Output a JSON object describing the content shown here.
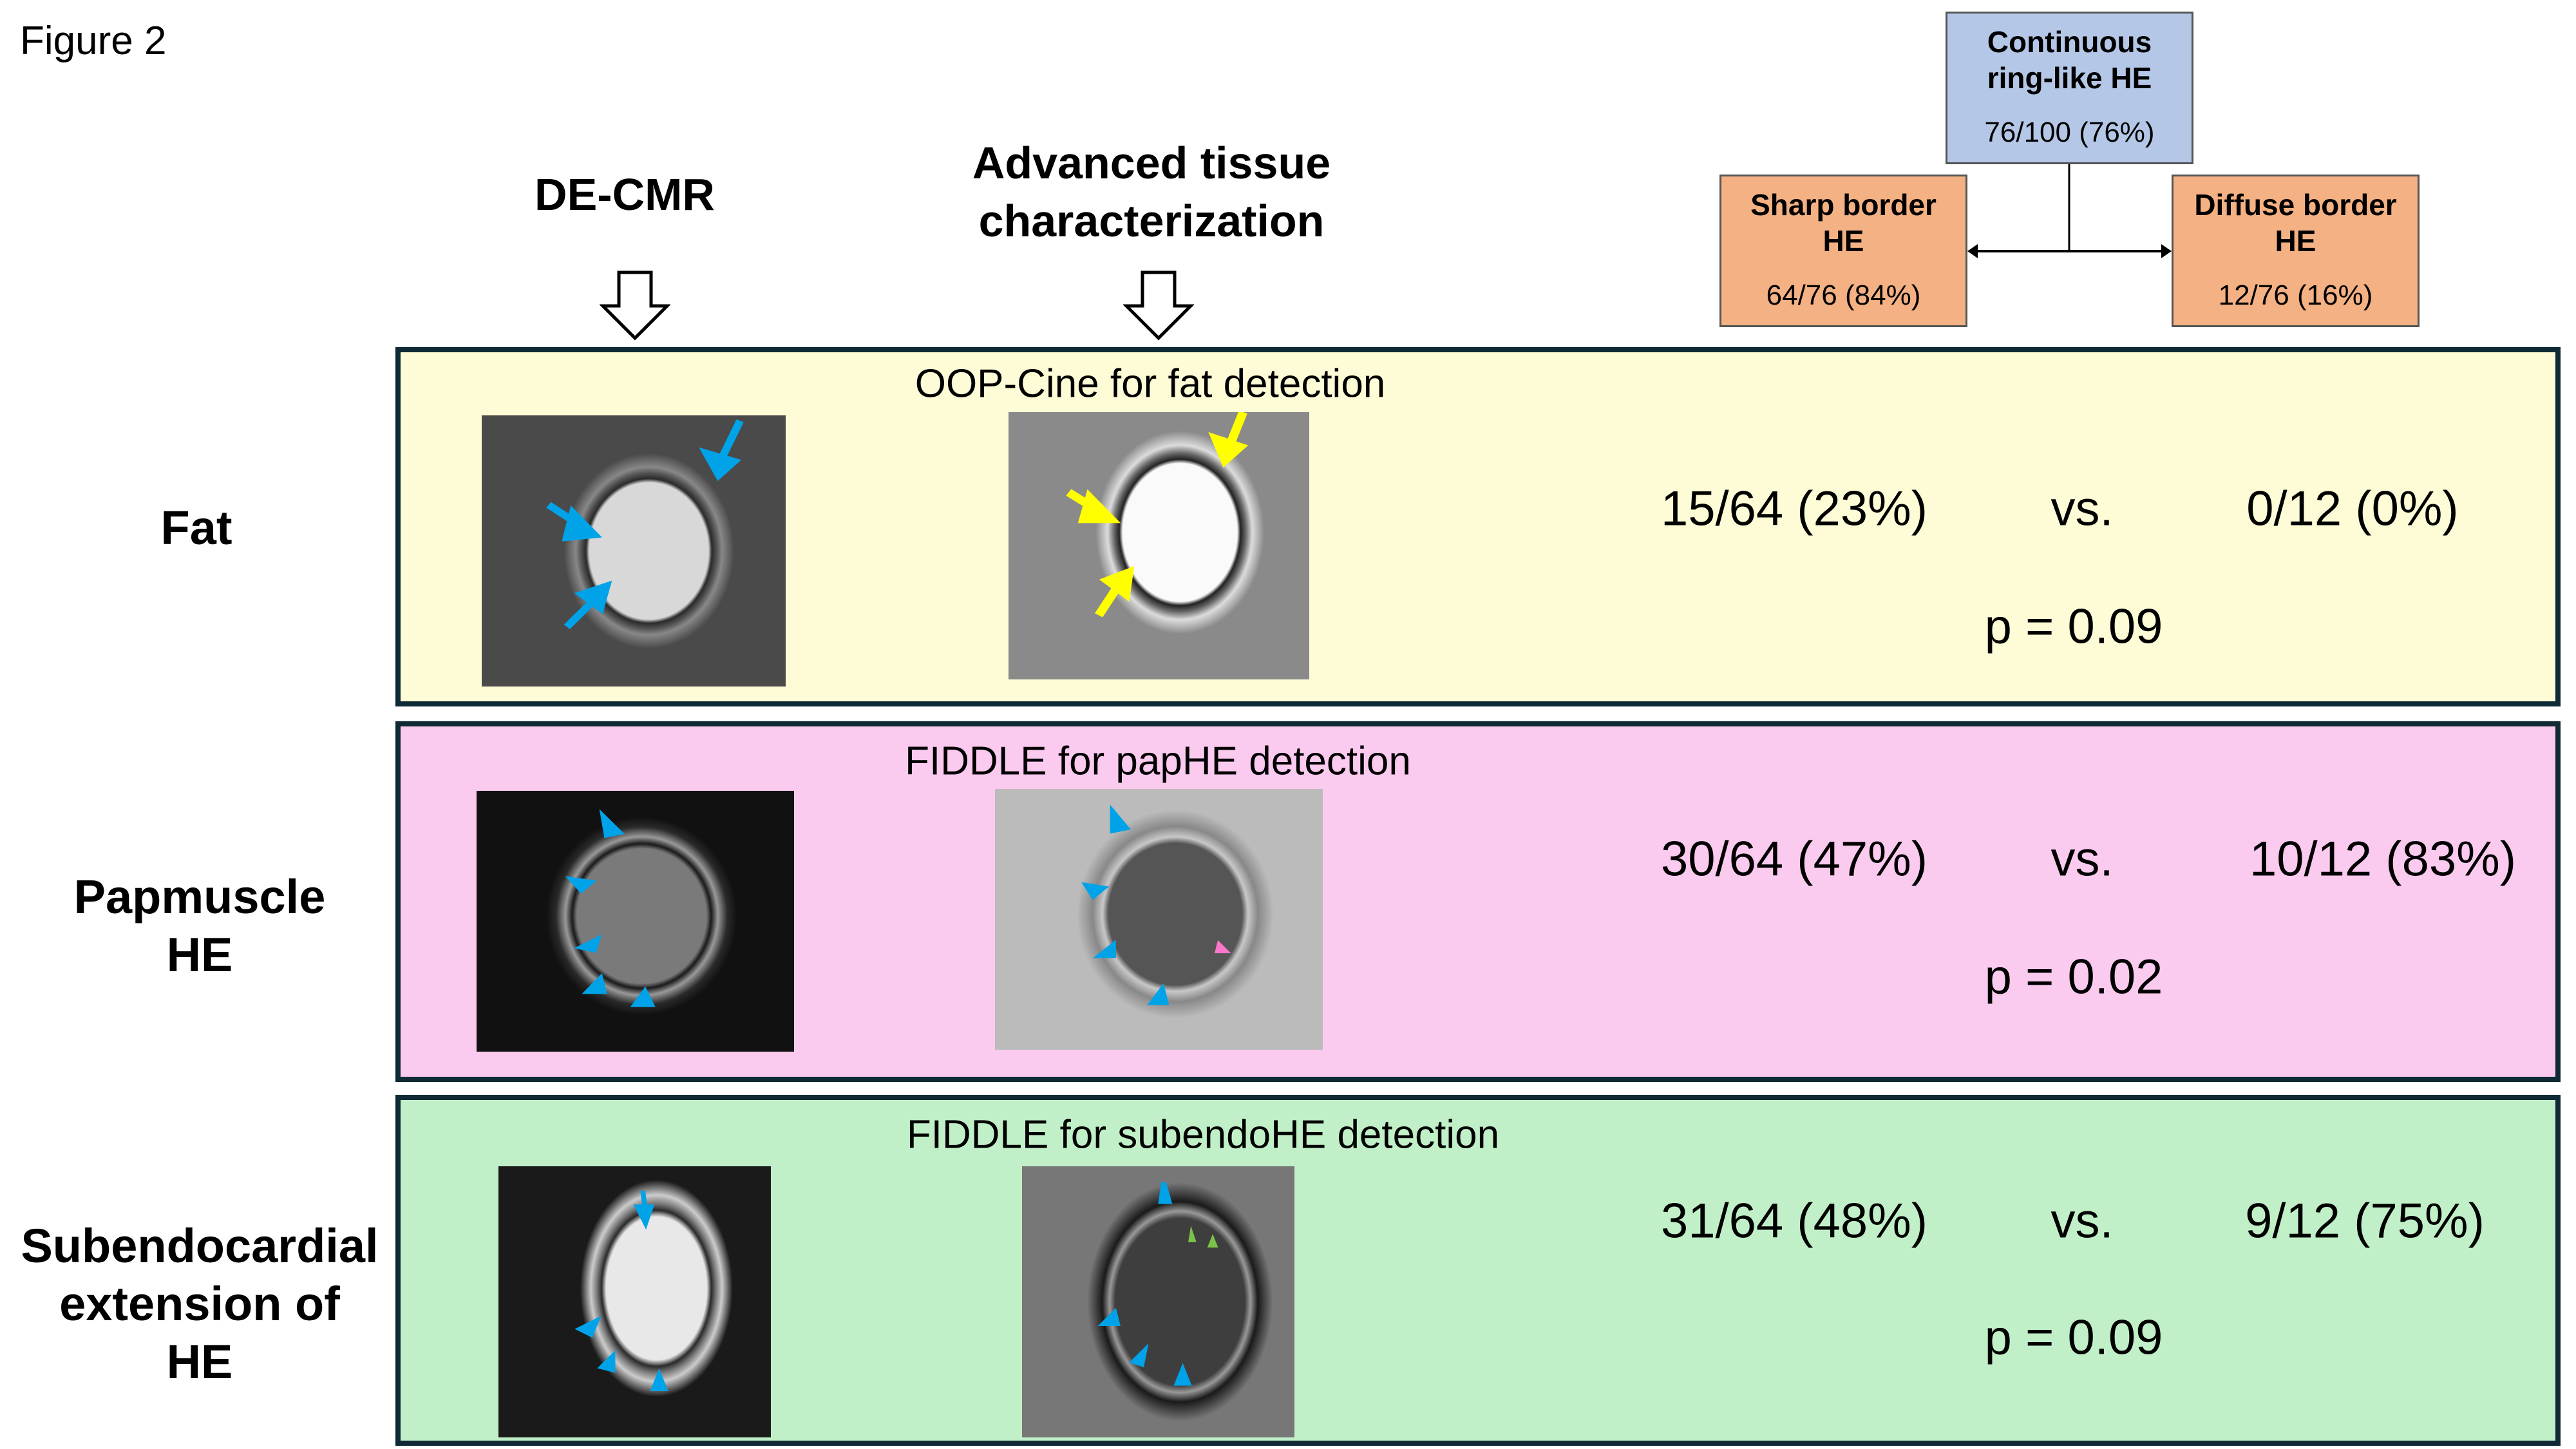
{
  "figure_label": "Figure 2",
  "columns": {
    "de_cmr": "DE-CMR",
    "advanced_line1": "Advanced tissue",
    "advanced_line2": "characterization"
  },
  "flow": {
    "root": {
      "line1": "Continuous",
      "line2": "ring-like HE",
      "count": "76/100 (76%)",
      "color": "#b4c7e7"
    },
    "sharp": {
      "line1": "Sharp border",
      "line2": "HE",
      "count": "64/76 (84%)",
      "color": "#f4b183"
    },
    "diffuse": {
      "line1": "Diffuse border",
      "line2": "HE",
      "count": "12/76 (16%)",
      "color": "#f4b183"
    }
  },
  "rows": [
    {
      "label_lines": [
        "Fat"
      ],
      "technique": "OOP-Cine for fat detection",
      "sharp": "15/64 (23%)",
      "vs": "vs.",
      "diffuse": "0/12 (0%)",
      "p": "p = 0.09",
      "color": "#fefcd6",
      "arrow_color": "#ffff00"
    },
    {
      "label_lines": [
        "Papmuscle",
        "HE"
      ],
      "technique": "FIDDLE for papHE detection",
      "sharp": "30/64 (47%)",
      "vs": "vs.",
      "diffuse": "10/12 (83%)",
      "p": "p = 0.02",
      "color": "#fbcaef",
      "arrow_color": "#ff77cc"
    },
    {
      "label_lines": [
        "Subendocardial",
        "extension of",
        "HE"
      ],
      "technique": "FIDDLE for subendoHE detection",
      "sharp": "31/64 (48%)",
      "vs": "vs.",
      "diffuse": "9/12 (75%)",
      "p": "p = 0.09",
      "color": "#c1f0c8",
      "arrow_color": "#7cc24a"
    }
  ],
  "colors": {
    "panel_border": "#0f2a35",
    "annotation_arrow": "#00a2e8"
  }
}
